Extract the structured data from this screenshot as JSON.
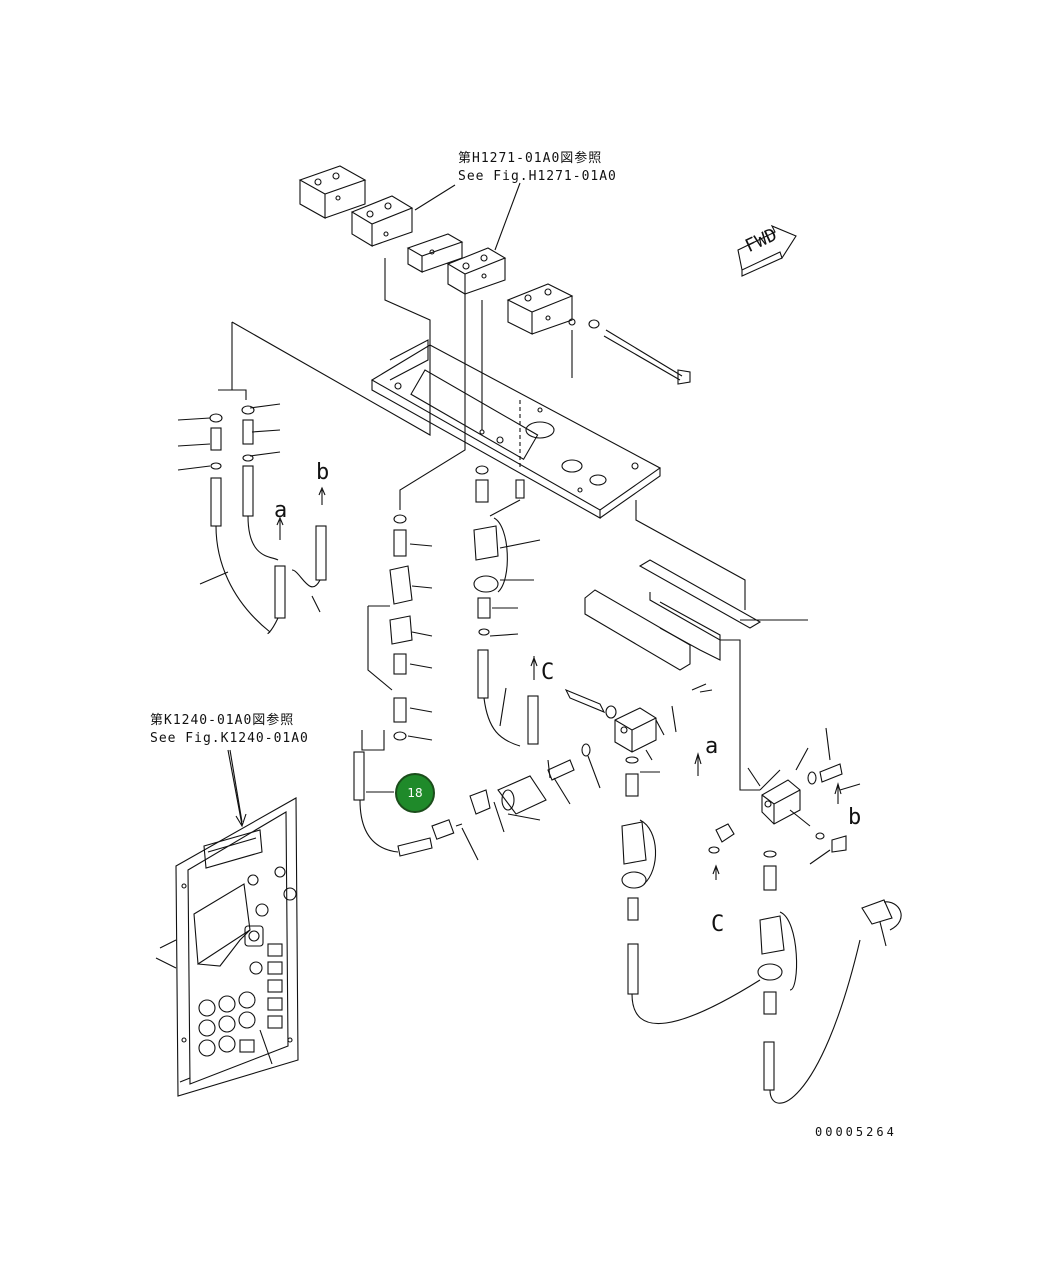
{
  "references": [
    {
      "jp": "第H1271-01A0図参照",
      "en": "See Fig.H1271-01A0"
    },
    {
      "jp": "第K1240-01A0図参照",
      "en": "See Fig.K1240-01A0"
    }
  ],
  "fwd_label": "FWD",
  "callout_badge": {
    "label": "18",
    "color": "#1f8a2a"
  },
  "view_letters": {
    "a": "a",
    "b": "b",
    "c": "C"
  },
  "drawing_number": "00005264"
}
